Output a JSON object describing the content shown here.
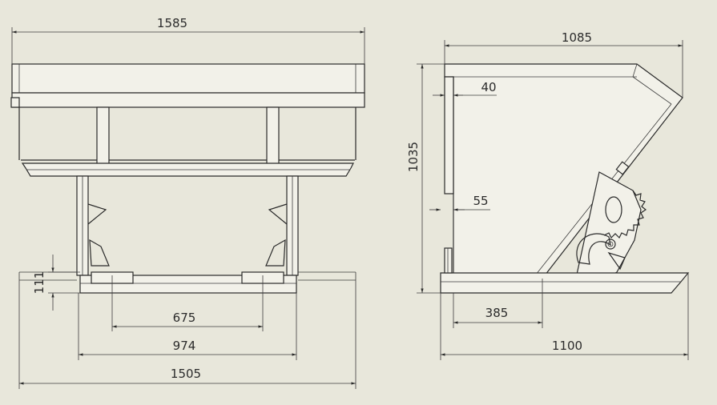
{
  "front_view": {
    "overall_width": "1585",
    "outer_width": "1505",
    "frame_width": "974",
    "fork_spacing": "675",
    "fork_height": "111"
  },
  "side_view": {
    "top_length": "1085",
    "height": "1035",
    "wall_offset": "40",
    "bottom_offset": "55",
    "base_gap": "385",
    "base_length": "1100"
  },
  "colors": {
    "background": "#e8e7db",
    "line": "#2a2a2a"
  }
}
